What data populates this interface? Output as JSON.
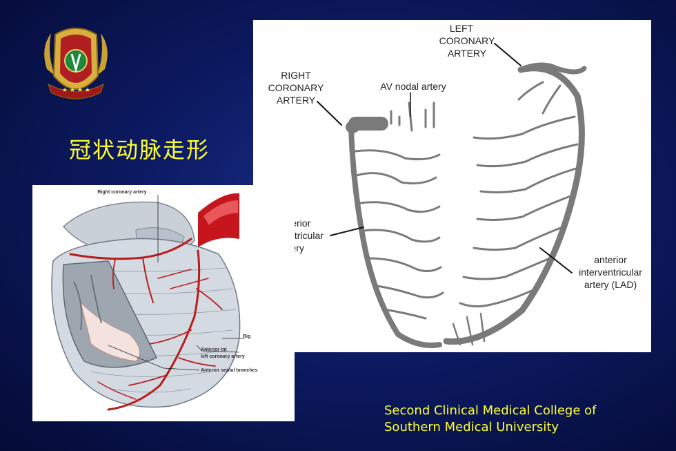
{
  "slide": {
    "title_cn": "冠状动脉走形",
    "college_line1": "Second Clinical Medical College of",
    "college_line2": "Southern Medical University"
  },
  "diagram": {
    "left_coronary_l1": "LEFT",
    "left_coronary_l2": "CORONARY",
    "left_coronary_l3": "ARTERY",
    "right_coronary_l1": "RIGHT",
    "right_coronary_l2": "CORONARY",
    "right_coronary_l3": "ARTERY",
    "av_nodal": "AV nodal artery",
    "posterior_l1": "posterior",
    "posterior_l2": "interventricular",
    "posterior_l3": "artery",
    "anterior_l1": "anterior",
    "anterior_l2": "interventricular",
    "anterior_l3": "artery (LAD)"
  },
  "illustration": {
    "right_coronary": "Right coronary artery",
    "rig_partial": "Rig",
    "anterior_int": "Anterior int",
    "left_coronary": "left coronary artery",
    "septal": "Anterior septal branches"
  },
  "colors": {
    "background": "#0c1a62",
    "title_yellow": "#ffff33",
    "artery_gray": "#7a7a7a",
    "artery_red": "#b81d1d"
  }
}
